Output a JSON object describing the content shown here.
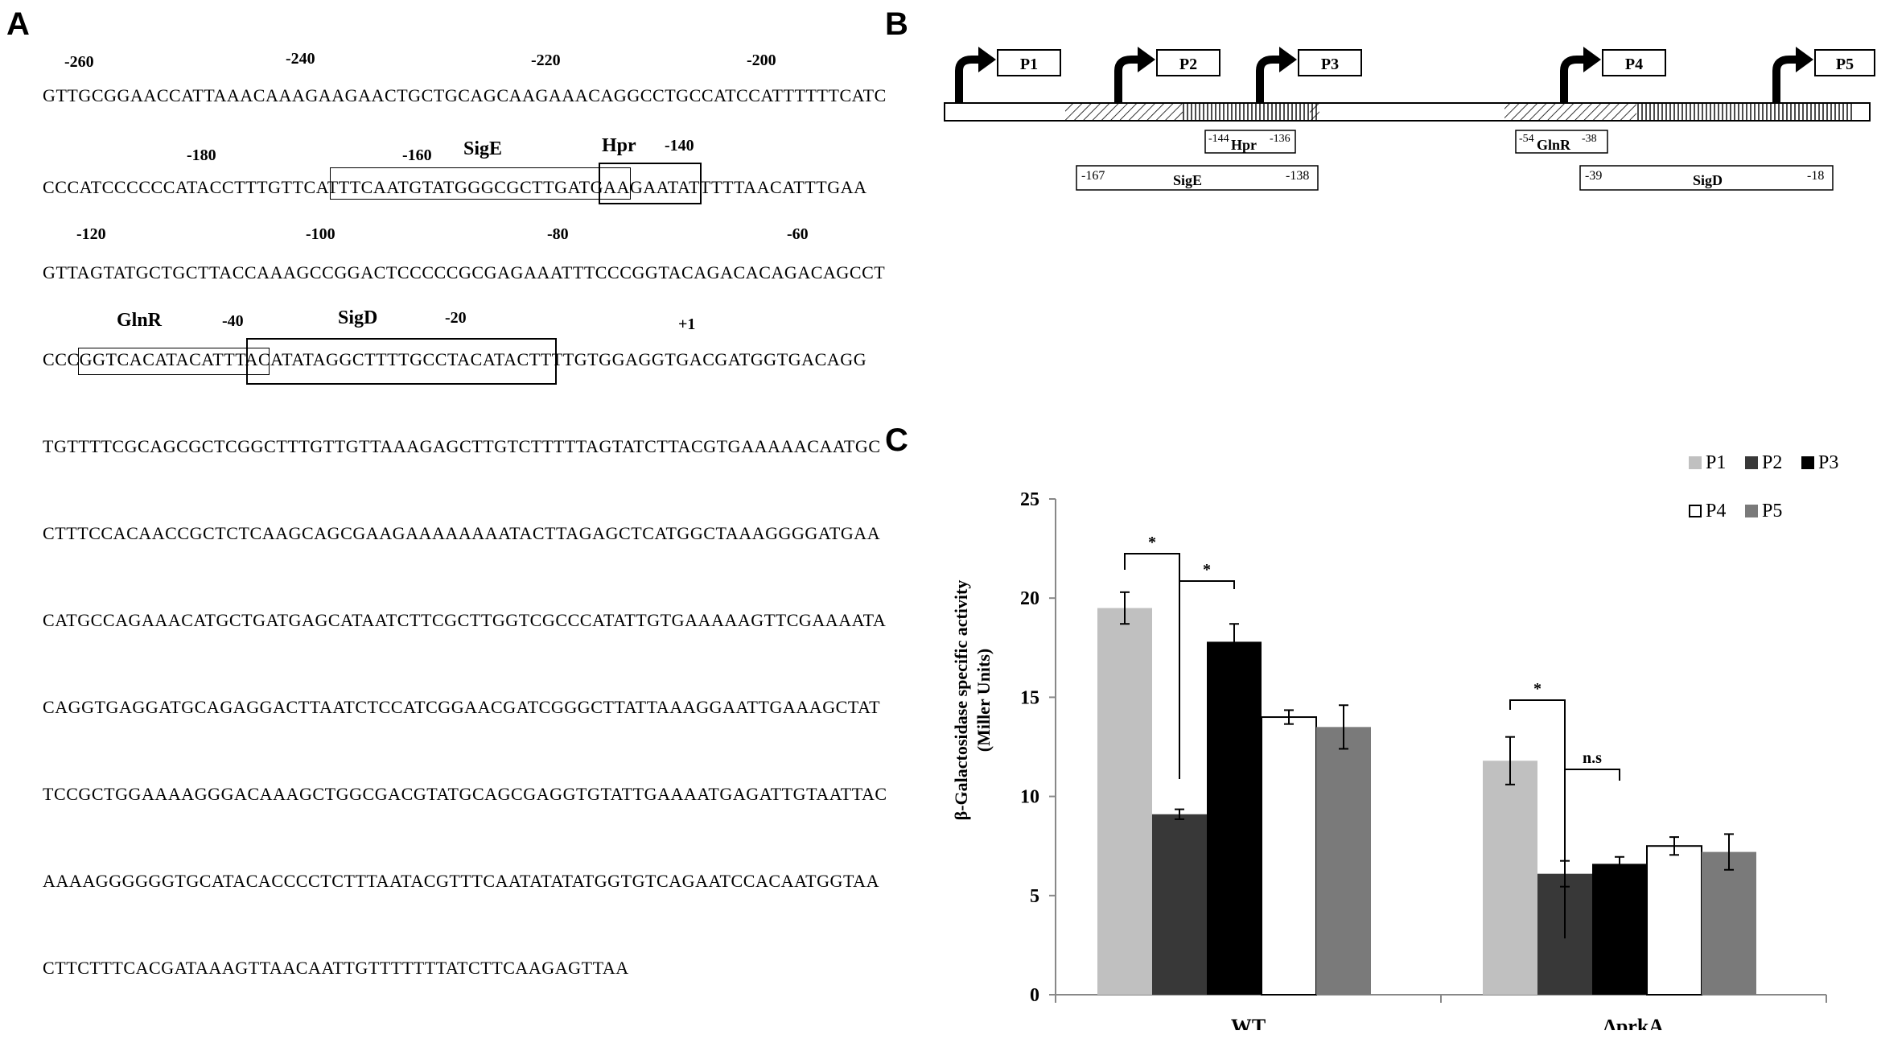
{
  "panelA": {
    "label": "A",
    "lines": [
      "GTTGCGGAACCATTAAACAAAGAAGAACTGCTGCAGCAAGAAACAGGCCTGCCATCCATTTTTTCATC",
      "CCCATCCCCCCATACCTTTGTTCATTTCAATGTATGGGCGCTTGATGAAGAATATTTTTAACATTTGAA",
      "GTTAGTATGCTGCTTACCAAAGCCGGACTCCCCCGCGAGAAATTTCCCGGTACAGACACAGACAGCCT",
      "CCCGGTCACATACATTTACATATAGGCTTTTGCCTACATACTTTTGTGGAGGTGACGATGGTGACAGG",
      "TGTTTTCGCAGCGCTCGGCTTTGTTGTTAAAGAGCTTGTCTTTTTAGTATCTTACGTGAAAAACAATGC",
      "CTTTCCACAACCGCTCTCAAGCAGCGAAGAAAAAAAATACTTAGAGCTCATGGCTAAAGGGGATGAA",
      "CATGCCAGAAACATGCTGATGAGCATAATCTTCGCTTGGTCGCCCATATTGTGAAAAAGTTCGAAAATA",
      "CAGGTGAGGATGCAGAGGACTTAATCTCCATCGGAACGATCGGGCTTATTAAAGGAATTGAAAGCTAT",
      "TCCGCTGGAAAAGGGACAAAGCTGGCGACGTATGCAGCGAGGTGTATTGAAAATGAGATTGTAATTAC",
      "AAAAGGGGGGTGCATACACCCCTCTTTAATACGTTTCAATATATATGGTGTCAGAATCCACAATGGTAA",
      "CTTCTTTCACGATAAAGTTAACAATTGTTTTTTTATCTTCAAGAGTTAA"
    ],
    "positions": {
      "p260": "-260",
      "p240": "-240",
      "p220": "-220",
      "p200": "-200",
      "p180": "-180",
      "p160": "-160",
      "p140": "-140",
      "p120": "-120",
      "p100": "-100",
      "p80": "-80",
      "p60": "-60",
      "p40": "-40",
      "p20": "-20",
      "p1": "+1"
    },
    "motifs": {
      "sigE": "SigE",
      "hpr": "Hpr",
      "glnR": "GlnR",
      "sigD": "SigD"
    }
  },
  "panelB": {
    "label": "B",
    "promoters": [
      "P1",
      "P2",
      "P3",
      "P4",
      "P5"
    ],
    "sites": [
      {
        "start": "-144",
        "name": "Hpr",
        "end": "-136"
      },
      {
        "start": "-54",
        "name": "GlnR",
        "end": "-38"
      },
      {
        "start": "-167",
        "name": "SigE",
        "end": "-138"
      },
      {
        "start": "-39",
        "name": "SigD",
        "end": "-18"
      }
    ]
  },
  "panelC": {
    "label": "C",
    "colors": {
      "P1": "#c0c0c0",
      "P2": "#383838",
      "P3": "#000000",
      "P4": "#ffffff",
      "P5": "#7a7a7a"
    },
    "significance": {
      "star": "*",
      "ns": "n.s"
    }
  },
  "chart_data": {
    "type": "bar",
    "categories": [
      "WT",
      "∆prkA"
    ],
    "series": [
      {
        "name": "P1",
        "values": [
          19.5,
          11.8
        ],
        "errors": [
          0.8,
          1.2
        ]
      },
      {
        "name": "P2",
        "values": [
          9.1,
          6.1
        ],
        "errors": [
          0.25,
          0.65
        ]
      },
      {
        "name": "P3",
        "values": [
          17.8,
          6.6
        ],
        "errors": [
          0.9,
          0.35
        ]
      },
      {
        "name": "P4",
        "values": [
          14.0,
          7.5
        ],
        "errors": [
          0.35,
          0.45
        ]
      },
      {
        "name": "P5",
        "values": [
          13.5,
          7.2
        ],
        "errors": [
          1.1,
          0.9
        ]
      }
    ],
    "title": "",
    "xlabel": "",
    "ylabel": "β-Galactosidase specific activity (Miller Units)",
    "ylabel_line1": "β-Galactosidase specific activity",
    "ylabel_line2": "(Miller Units)",
    "ylim": [
      0,
      25
    ],
    "yticks": [
      0,
      5,
      10,
      15,
      20,
      25
    ],
    "grid": false,
    "legend": "top-right"
  }
}
